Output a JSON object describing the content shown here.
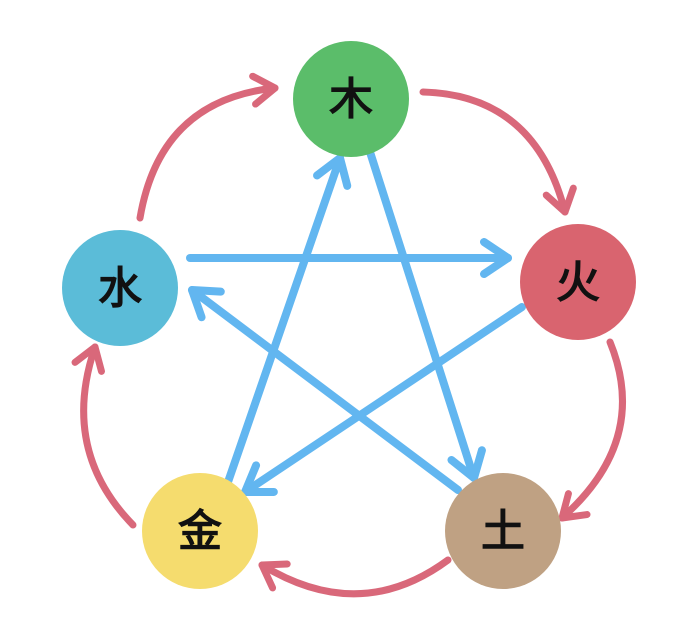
{
  "title": "Five Elements",
  "colors": {
    "generating": "#d9687a",
    "controlling": "#62b6f0"
  },
  "nodes": [
    {
      "id": "wood",
      "label": "木",
      "color": "#5bbd6a"
    },
    {
      "id": "fire",
      "label": "火",
      "color": "#d9646f"
    },
    {
      "id": "earth",
      "label": "土",
      "color": "#bfa183"
    },
    {
      "id": "metal",
      "label": "金",
      "color": "#f5dc6e"
    },
    {
      "id": "water",
      "label": "水",
      "color": "#5bbcd8"
    }
  ],
  "generating_cycle": [
    [
      "wood",
      "fire"
    ],
    [
      "fire",
      "earth"
    ],
    [
      "earth",
      "metal"
    ],
    [
      "metal",
      "water"
    ],
    [
      "water",
      "wood"
    ]
  ],
  "controlling_cycle": [
    [
      "water",
      "fire"
    ],
    [
      "fire",
      "metal"
    ],
    [
      "metal",
      "wood"
    ],
    [
      "wood",
      "earth"
    ],
    [
      "earth",
      "water"
    ]
  ]
}
